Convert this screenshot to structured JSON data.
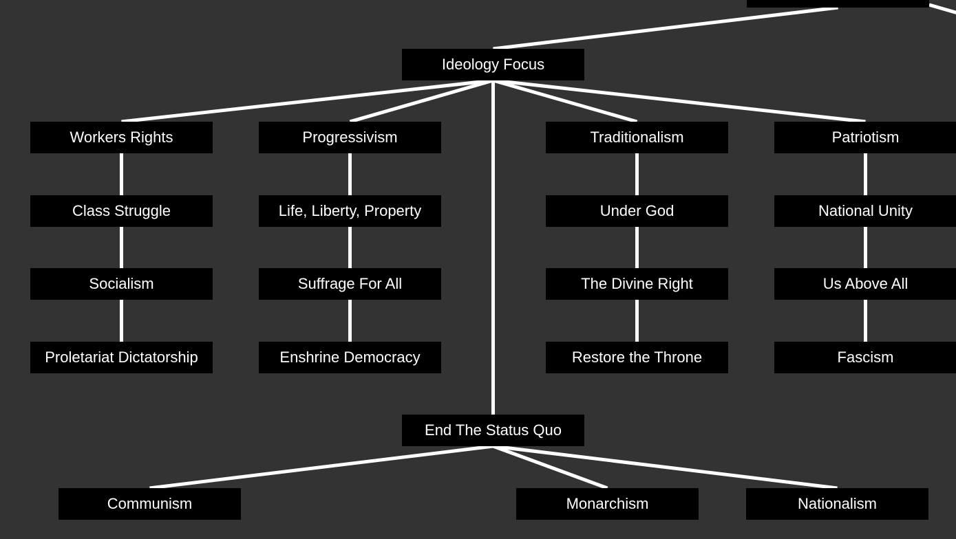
{
  "tree": {
    "nodes": [
      {
        "id": "root",
        "label": ""
      },
      {
        "id": "ideology_focus",
        "label": "Ideology Focus"
      },
      {
        "id": "workers_rights",
        "label": "Workers Rights"
      },
      {
        "id": "progressivism",
        "label": "Progressivism"
      },
      {
        "id": "traditionalism",
        "label": "Traditionalism"
      },
      {
        "id": "patriotism",
        "label": "Patriotism"
      },
      {
        "id": "class_struggle",
        "label": "Class Struggle"
      },
      {
        "id": "life_liberty_property",
        "label": "Life, Liberty, Property"
      },
      {
        "id": "under_god",
        "label": "Under God"
      },
      {
        "id": "national_unity",
        "label": "National Unity"
      },
      {
        "id": "socialism",
        "label": "Socialism"
      },
      {
        "id": "suffrage_for_all",
        "label": "Suffrage For All"
      },
      {
        "id": "the_divine_right",
        "label": "The Divine Right"
      },
      {
        "id": "us_above_all",
        "label": "Us Above All"
      },
      {
        "id": "proletariat_dictatorship",
        "label": "Proletariat Dictatorship"
      },
      {
        "id": "enshrine_democracy",
        "label": "Enshrine Democracy"
      },
      {
        "id": "restore_the_throne",
        "label": "Restore the Throne"
      },
      {
        "id": "fascism",
        "label": "Fascism"
      },
      {
        "id": "end_the_status_quo",
        "label": "End The Status Quo"
      },
      {
        "id": "communism",
        "label": "Communism"
      },
      {
        "id": "monarchism",
        "label": "Monarchism"
      },
      {
        "id": "nationalism",
        "label": "Nationalism"
      }
    ],
    "edges": [
      {
        "from": "root",
        "to": "ideology_focus"
      },
      {
        "from": "ideology_focus",
        "to": "workers_rights"
      },
      {
        "from": "ideology_focus",
        "to": "progressivism"
      },
      {
        "from": "ideology_focus",
        "to": "traditionalism"
      },
      {
        "from": "ideology_focus",
        "to": "patriotism"
      },
      {
        "from": "ideology_focus",
        "to": "end_the_status_quo"
      },
      {
        "from": "workers_rights",
        "to": "class_struggle"
      },
      {
        "from": "class_struggle",
        "to": "socialism"
      },
      {
        "from": "socialism",
        "to": "proletariat_dictatorship"
      },
      {
        "from": "progressivism",
        "to": "life_liberty_property"
      },
      {
        "from": "life_liberty_property",
        "to": "suffrage_for_all"
      },
      {
        "from": "suffrage_for_all",
        "to": "enshrine_democracy"
      },
      {
        "from": "traditionalism",
        "to": "under_god"
      },
      {
        "from": "under_god",
        "to": "the_divine_right"
      },
      {
        "from": "the_divine_right",
        "to": "restore_the_throne"
      },
      {
        "from": "patriotism",
        "to": "national_unity"
      },
      {
        "from": "national_unity",
        "to": "us_above_all"
      },
      {
        "from": "us_above_all",
        "to": "fascism"
      },
      {
        "from": "end_the_status_quo",
        "to": "communism"
      },
      {
        "from": "end_the_status_quo",
        "to": "monarchism"
      },
      {
        "from": "end_the_status_quo",
        "to": "nationalism"
      }
    ]
  }
}
